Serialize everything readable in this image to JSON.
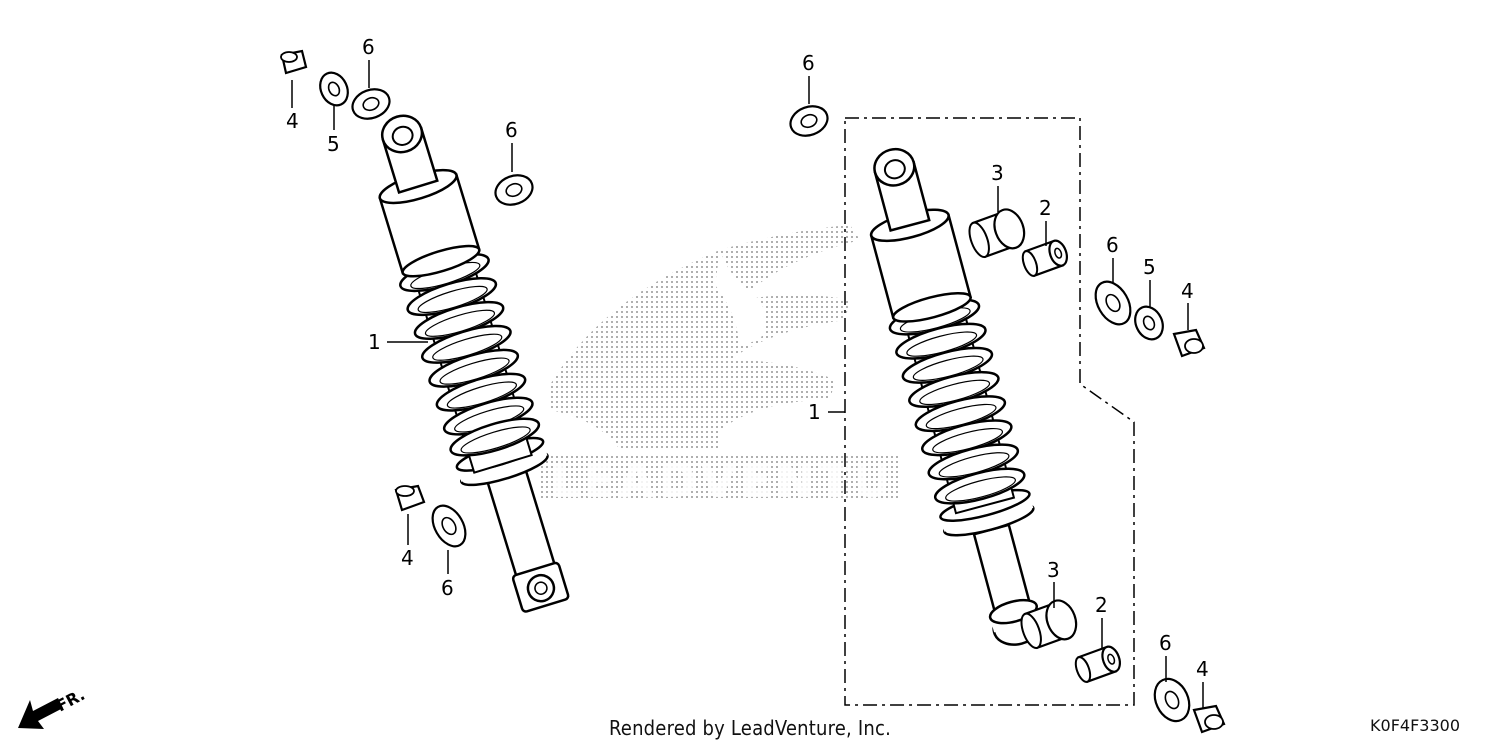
{
  "footer": {
    "credit": "Rendered by LeadVenture, Inc.",
    "diagram_code": "K0F4F3300"
  },
  "direction": {
    "label": "FR."
  },
  "watermark": {
    "text": "LEADVENTURE"
  },
  "callouts": {
    "left_assembly": {
      "shock": "1",
      "nut_top": "4",
      "washer_small_top": "5",
      "washer_top": "6",
      "washer_right": "6",
      "nut_bottom": "4",
      "washer_bottom": "6"
    },
    "right_assembly": {
      "shock": "1",
      "washer_top_left": "6",
      "collar_top": "3",
      "bushing_top": "2",
      "washer_top_right": "6",
      "washer_small_right": "5",
      "nut_top_right": "4",
      "collar_bottom": "3",
      "bushing_bottom": "2",
      "washer_bottom": "6",
      "nut_bottom": "4"
    }
  }
}
